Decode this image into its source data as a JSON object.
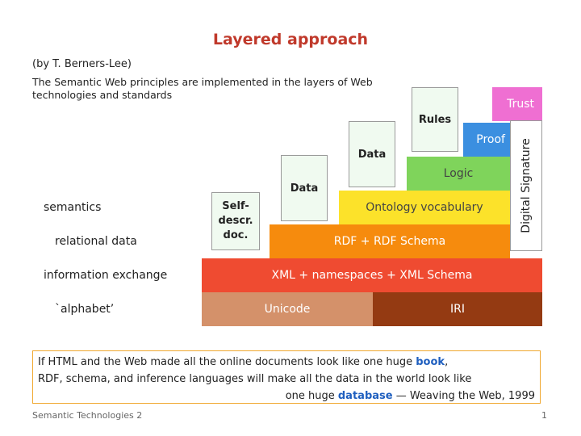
{
  "title": "Layered approach",
  "byline": "(by T. Berners-Lee)",
  "intro": "The Semantic Web principles are implemented in the layers of Web technologies and standards",
  "row_labels": {
    "semantics": "semantics",
    "relational": "relational data",
    "exchange": "information exchange",
    "alphabet": "`alphabet’"
  },
  "layers": {
    "unicode": "Unicode",
    "iri": "IRI",
    "xml": "XML  +  namespaces  +  XML Schema",
    "rdf": "RDF  + RDF Schema",
    "self_desc_1": "Self-",
    "self_desc_2": "descr.",
    "self_desc_3": "doc.",
    "ontology": "Ontology vocabulary",
    "data_left": "Data",
    "data_right": "Data",
    "logic": "Logic",
    "rules": "Rules",
    "proof": "Proof",
    "trust": "Trust",
    "digital_signature": "Digital Signature"
  },
  "colors": {
    "title": "#c0392b",
    "unicode": "#d4916a",
    "iri": "#943a12",
    "xml": "#ef4b31",
    "rdf": "#f68b0d",
    "ontology": "#fce22a",
    "logic": "#7fd45b",
    "proof": "#3b8fe0",
    "trust": "#ef6fd2",
    "light_box": "#f0faf0",
    "highlight": "#1f5fbf",
    "quote_border": "#f0a830"
  },
  "quote": {
    "line1_pre": "If HTML and the Web made all the online documents look like one huge ",
    "line1_hl": "book",
    "line1_post": ",",
    "line2": "RDF, schema, and inference languages will make all the data in the world look like",
    "line3_pre": "one huge ",
    "line3_hl": "database",
    "line3_post": " — Weaving the Web, 1999"
  },
  "footer": "Semantic Technologies 2",
  "page_number": "1"
}
